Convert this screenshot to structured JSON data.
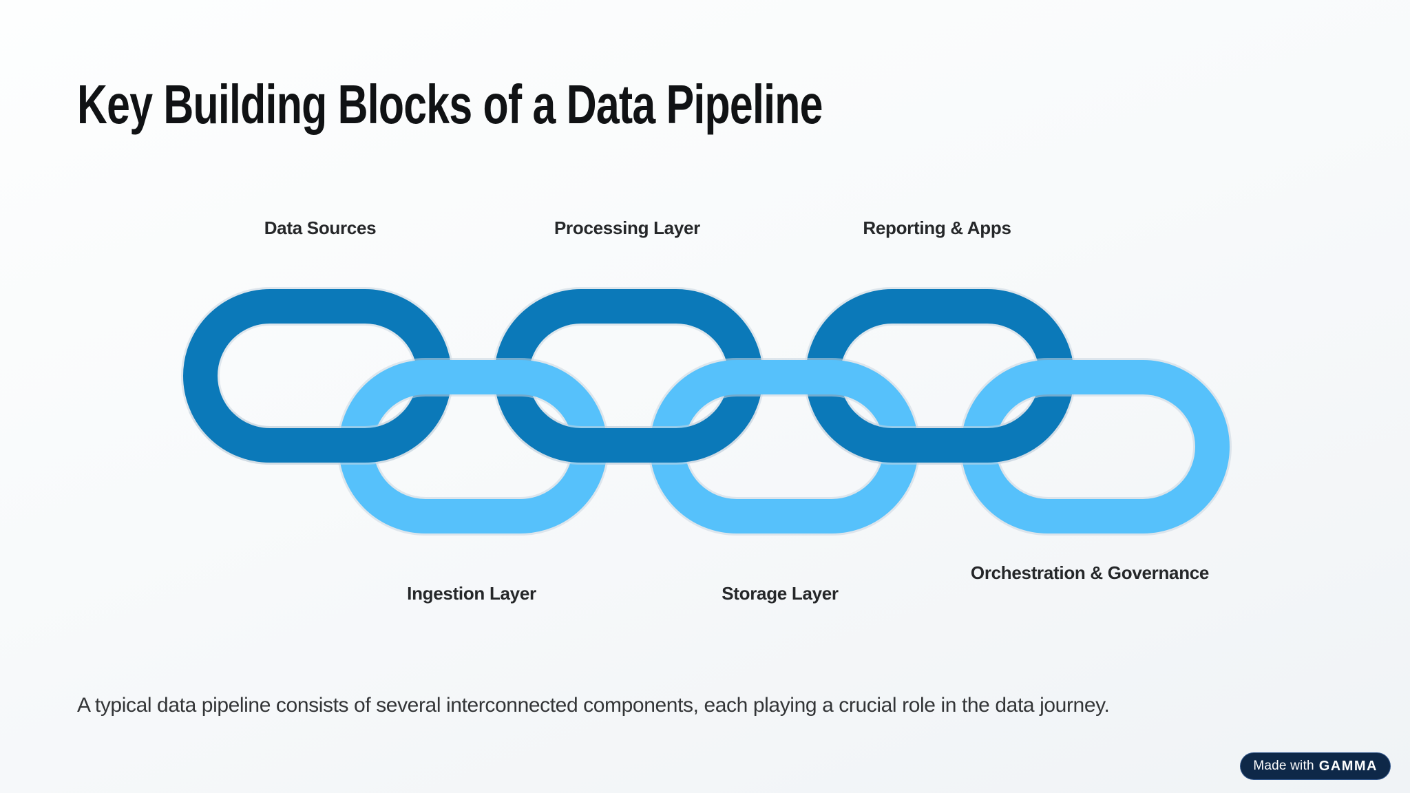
{
  "slide": {
    "title": "Key Building Blocks of a Data Pipeline",
    "caption": "A typical data pipeline consists of several interconnected components, each playing a crucial role in the data journey."
  },
  "chain": {
    "colors": {
      "dark_blue": "#0b79b9",
      "light_blue": "#56c1fb",
      "halo": "#c9d6e0"
    },
    "links": [
      {
        "label": "Data Sources",
        "row": "top",
        "tone": "dark"
      },
      {
        "label": "Ingestion Layer",
        "row": "bottom",
        "tone": "light"
      },
      {
        "label": "Processing Layer",
        "row": "top",
        "tone": "dark"
      },
      {
        "label": "Storage Layer",
        "row": "bottom",
        "tone": "light"
      },
      {
        "label": "Reporting & Apps",
        "row": "top",
        "tone": "dark"
      },
      {
        "label": "Orchestration & Governance",
        "row": "bottom",
        "tone": "light"
      }
    ]
  },
  "badge": {
    "prefix": "Made with",
    "brand": "GAMMA"
  }
}
